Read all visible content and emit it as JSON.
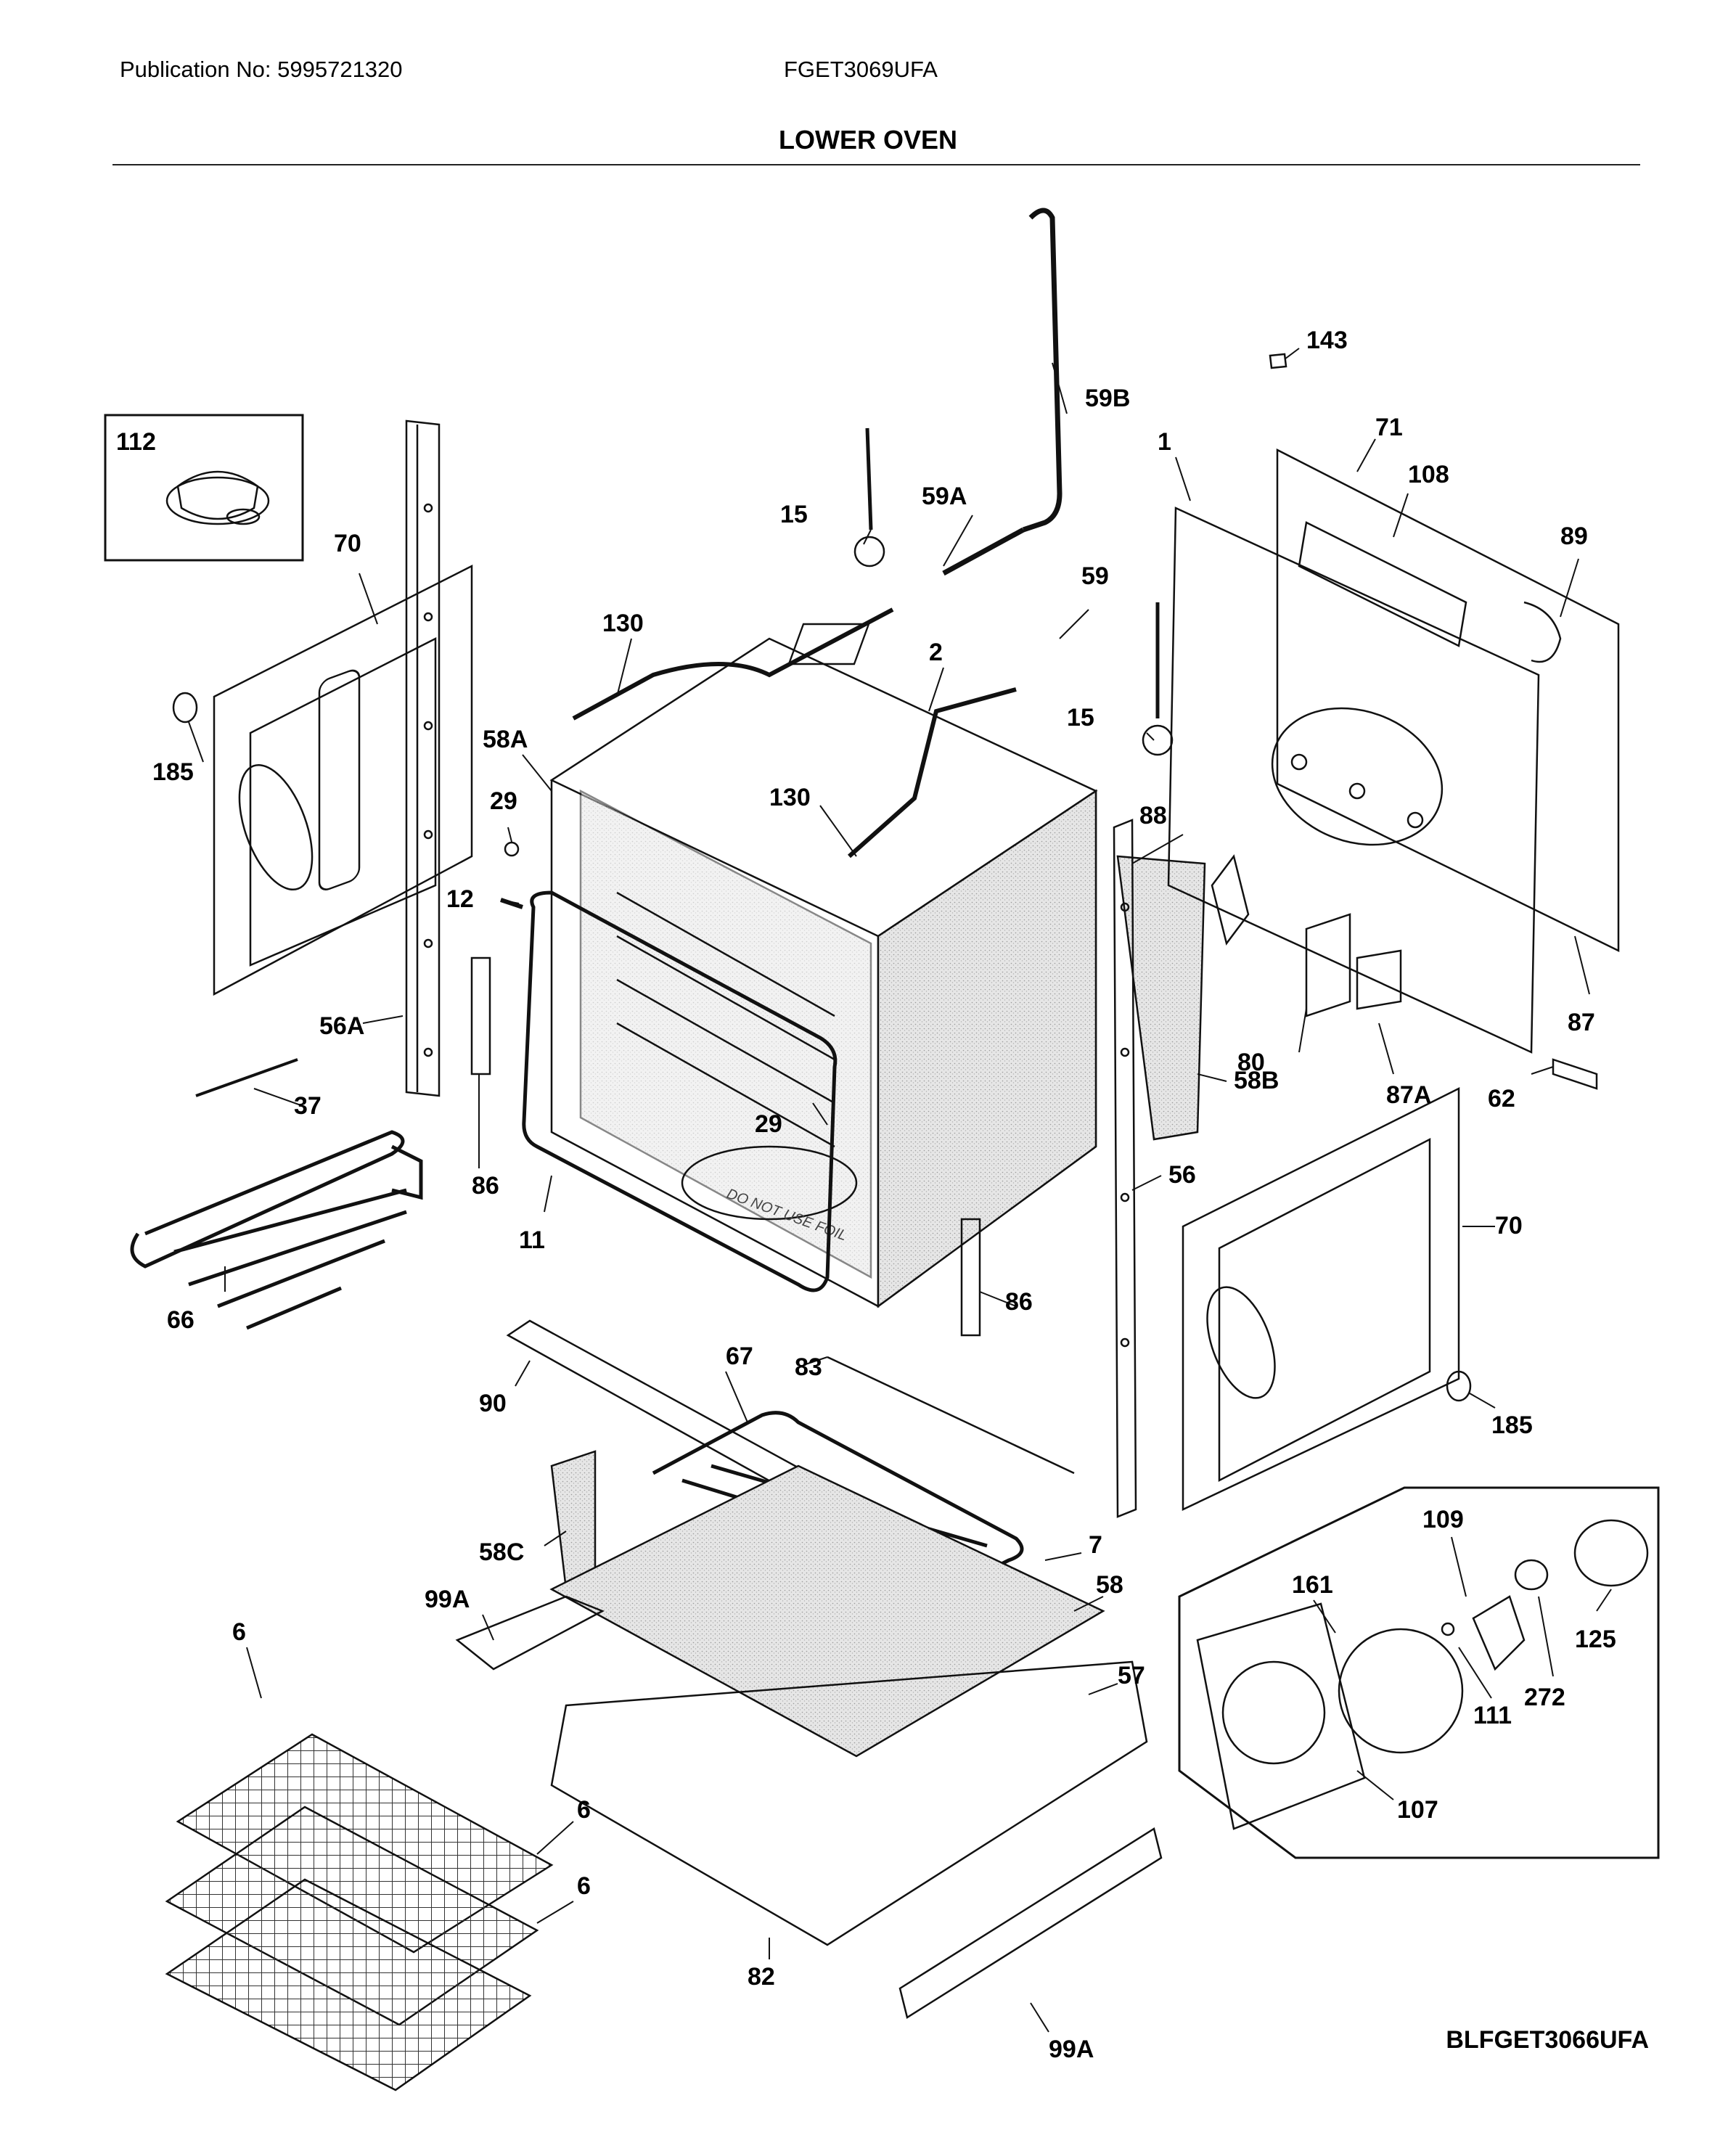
{
  "header": {
    "publication": "Publication No: 5995721320",
    "model": "FGET3069UFA",
    "section_title": "LOWER OVEN"
  },
  "footer": {
    "drawing_code": "BLFGET3066UFA"
  },
  "parts": [
    {
      "label": "112"
    },
    {
      "label": "70"
    },
    {
      "label": "185"
    },
    {
      "label": "29"
    },
    {
      "label": "12"
    },
    {
      "label": "56A"
    },
    {
      "label": "37"
    },
    {
      "label": "86"
    },
    {
      "label": "66"
    },
    {
      "label": "11"
    },
    {
      "label": "130"
    },
    {
      "label": "58A"
    },
    {
      "label": "15"
    },
    {
      "label": "59A"
    },
    {
      "label": "59B"
    },
    {
      "label": "59"
    },
    {
      "label": "2"
    },
    {
      "label": "130"
    },
    {
      "label": "29"
    },
    {
      "label": "15"
    },
    {
      "label": "88"
    },
    {
      "label": "58B"
    },
    {
      "label": "56"
    },
    {
      "label": "86"
    },
    {
      "label": "143"
    },
    {
      "label": "71"
    },
    {
      "label": "108"
    },
    {
      "label": "1"
    },
    {
      "label": "89"
    },
    {
      "label": "80"
    },
    {
      "label": "87A"
    },
    {
      "label": "87"
    },
    {
      "label": "62"
    },
    {
      "label": "70"
    },
    {
      "label": "185"
    },
    {
      "label": "90"
    },
    {
      "label": "67"
    },
    {
      "label": "83"
    },
    {
      "label": "58C"
    },
    {
      "label": "7"
    },
    {
      "label": "58"
    },
    {
      "label": "99A"
    },
    {
      "label": "6"
    },
    {
      "label": "57"
    },
    {
      "label": "6"
    },
    {
      "label": "6"
    },
    {
      "label": "82"
    },
    {
      "label": "99A"
    },
    {
      "label": "109"
    },
    {
      "label": "161"
    },
    {
      "label": "125"
    },
    {
      "label": "272"
    },
    {
      "label": "111"
    },
    {
      "label": "107"
    }
  ],
  "oven_marking": "DO NOT USE FOIL"
}
